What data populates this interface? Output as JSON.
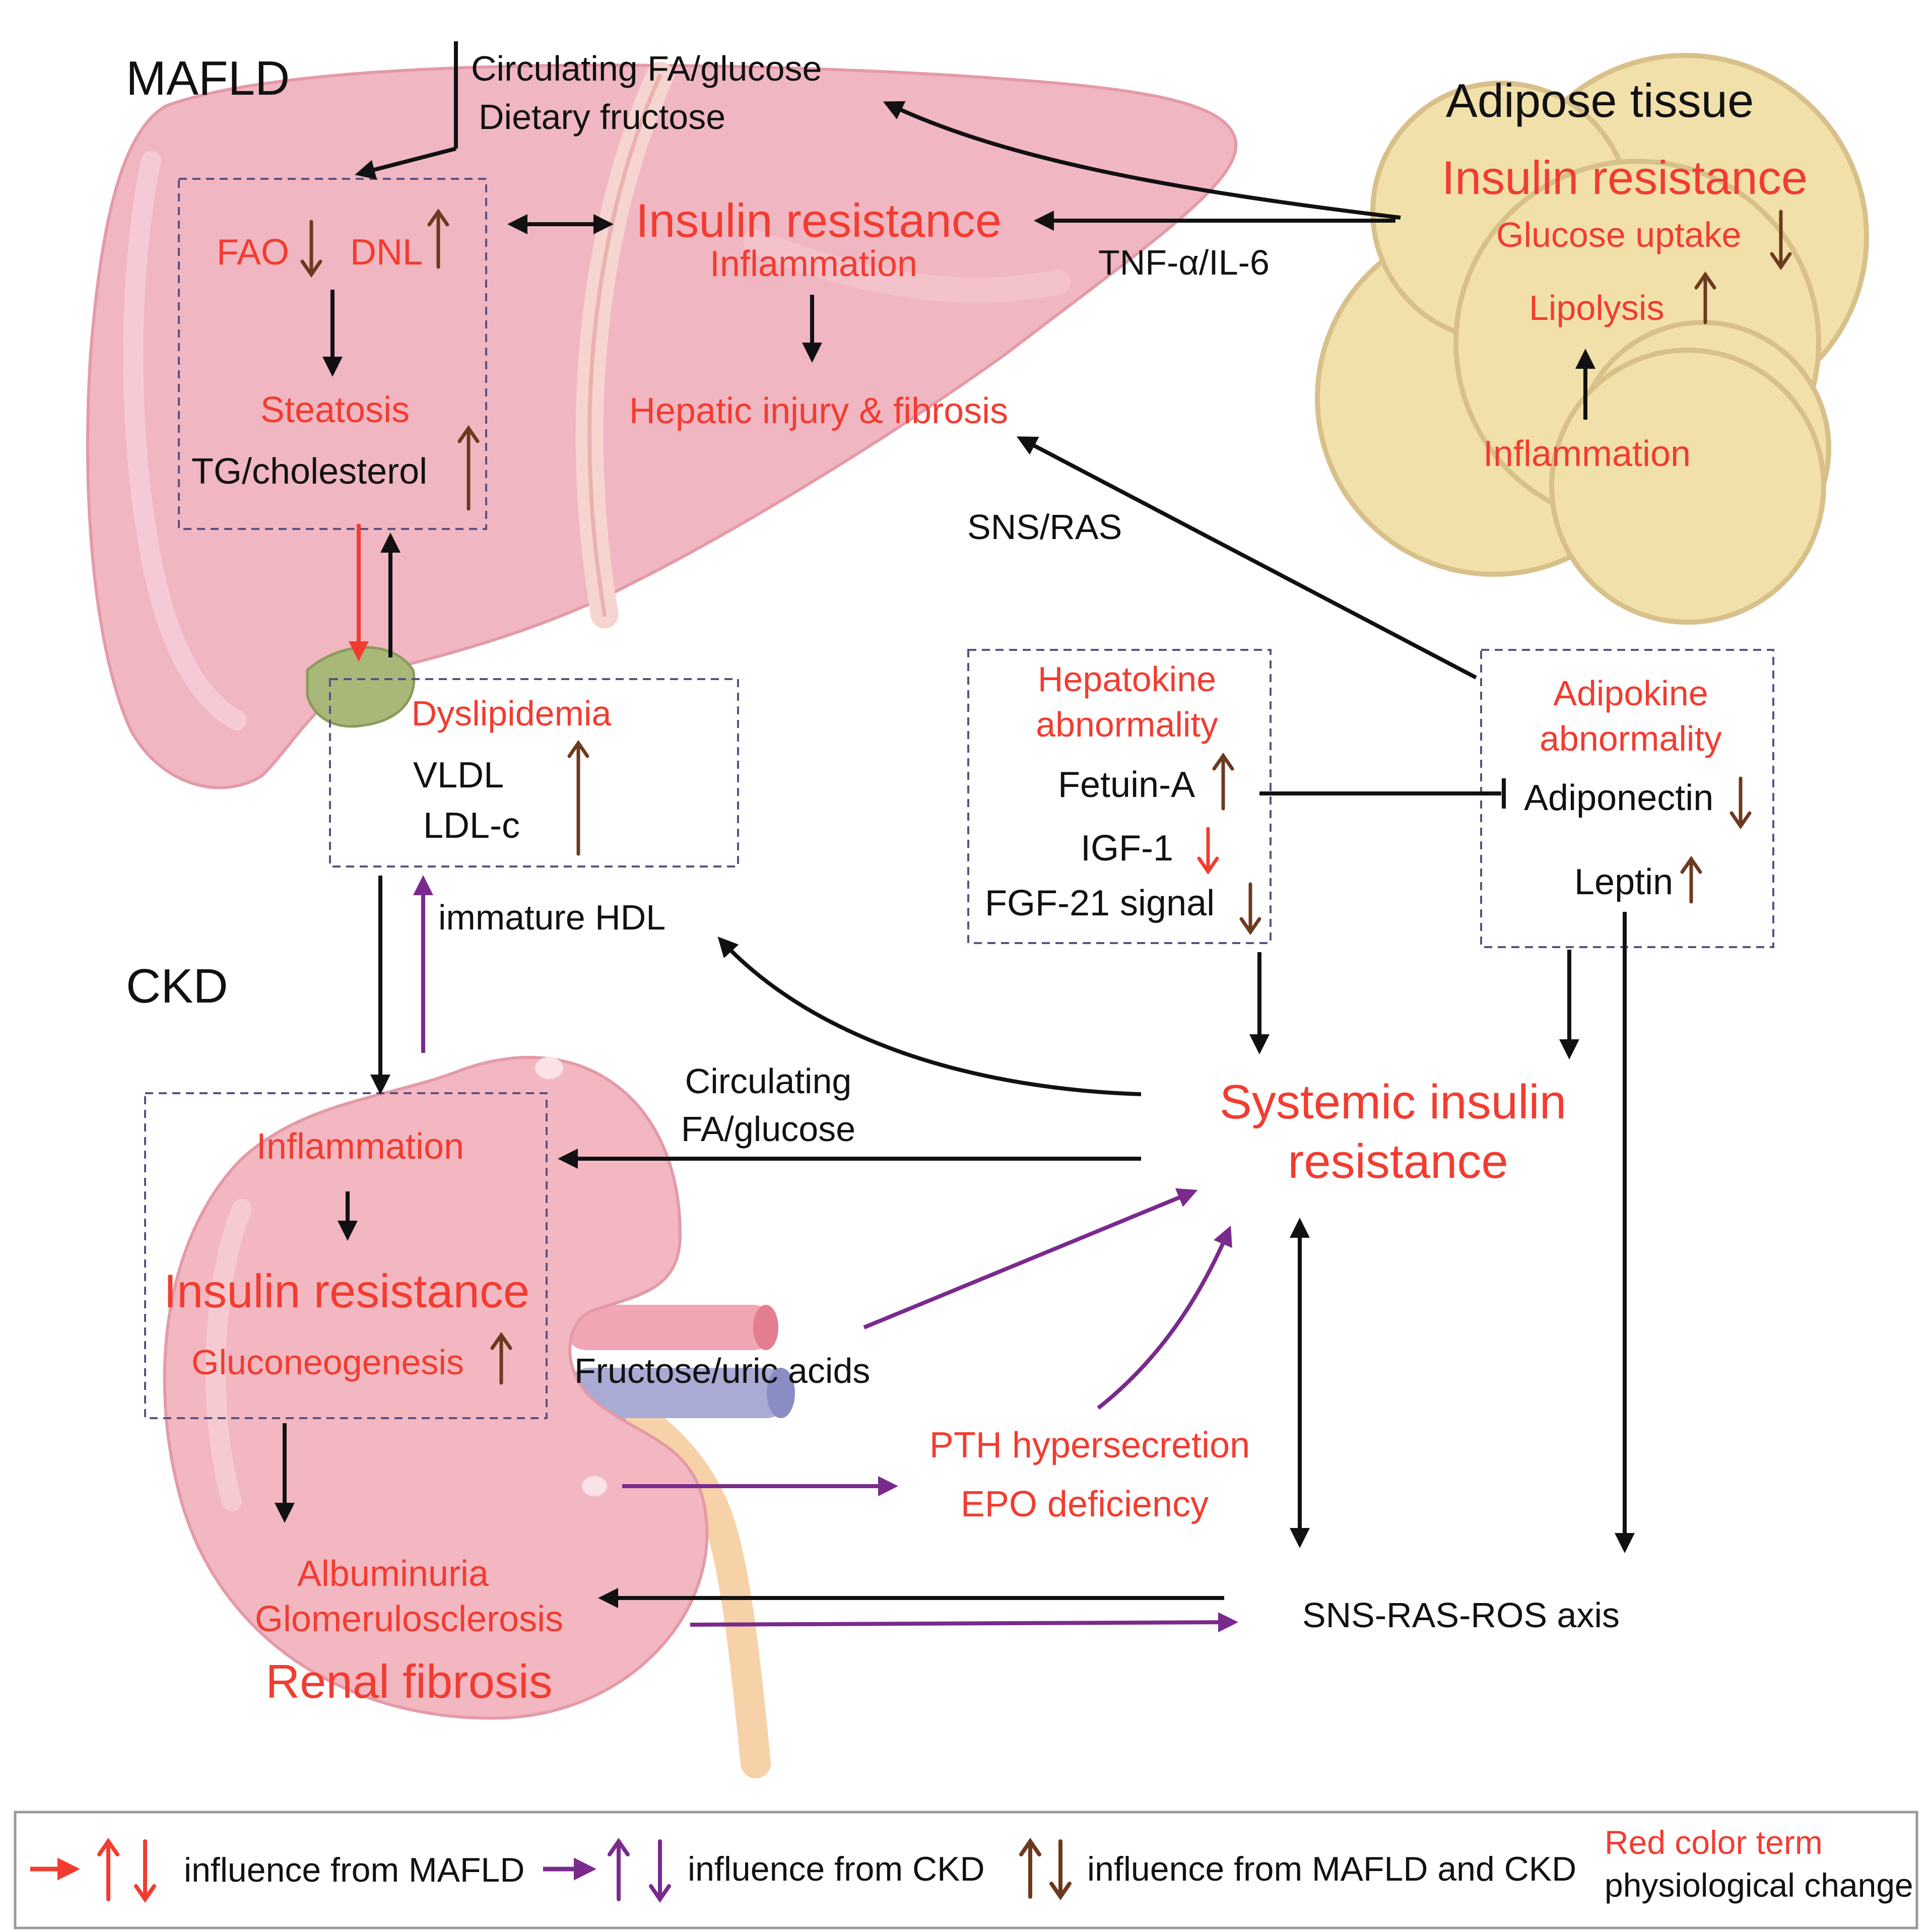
{
  "colors": {
    "red": "#f23c30",
    "black": "#111111",
    "brown": "#6b3a1f",
    "purple": "#7a2a8c",
    "liver": "#f0b6c1",
    "kidney": "#f2b7c0",
    "adipose": "#f2e0ab",
    "gallbladder": "#a8b878",
    "box_border": "#5a5080"
  },
  "labels": {
    "mafld": "MAFLD",
    "ckd": "CKD",
    "adipose_tissue": "Adipose tissue",
    "circ_fa_glucose": "Circulating FA/glucose",
    "dietary_fructose": "Dietary fructose",
    "fao": "FAO",
    "dnl": "DNL",
    "steatosis": "Steatosis",
    "tg_cholesterol": "TG/cholesterol",
    "liver_insulin_resistance": "Insulin resistance",
    "liver_inflammation": "Inflammation",
    "hepatic_injury": "Hepatic injury & fibrosis",
    "tnf_il6": "TNF-α/IL-6",
    "sns_ras": "SNS/RAS",
    "adipose_insulin_resistance": "Insulin resistance",
    "glucose_uptake": "Glucose uptake",
    "lipolysis": "Lipolysis",
    "adipose_inflammation": "Inflammation",
    "dyslipidemia": "Dyslipidemia",
    "vldl": "VLDL",
    "ldl_c": "LDL-c",
    "immature_hdl": "immature HDL",
    "hepatokine_1": "Hepatokine",
    "hepatokine_2": "abnormality",
    "fetuin_a": "Fetuin-A",
    "igf1": "IGF-1",
    "fgf21": "FGF-21 signal",
    "adipokine_1": "Adipokine",
    "adipokine_2": "abnormality",
    "adiponectin": "Adiponectin",
    "leptin": "Leptin",
    "systemic_ir_1": "Systemic insulin",
    "systemic_ir_2": "resistance",
    "kidney_circ_1": "Circulating",
    "kidney_circ_2": "FA/glucose",
    "kidney_inflammation": "Inflammation",
    "kidney_insulin_resistance": "Insulin resistance",
    "gluconeogenesis": "Gluconeogenesis",
    "fructose_uric": "Fructose/uric acids",
    "pth": "PTH hypersecretion",
    "epo": "EPO deficiency",
    "albuminuria": "Albuminuria",
    "glomerulosclerosis": "Glomerulosclerosis",
    "renal_fibrosis": "Renal fibrosis",
    "sns_ras_ros": "SNS-RAS-ROS axis"
  },
  "legend": {
    "mafld": "influence from MAFLD",
    "ckd": "influence from CKD",
    "both": "influence from MAFLD and CKD",
    "red_term_1": "Red color term",
    "red_term_2": "physiological change"
  }
}
